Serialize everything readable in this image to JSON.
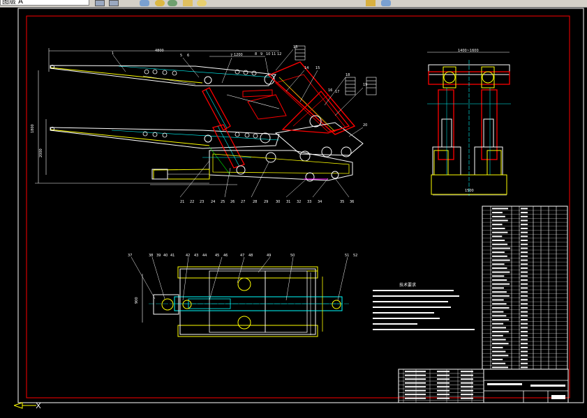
{
  "toolbar": {
    "layer_field": "图层 A"
  },
  "colors": {
    "background": "#000000",
    "frame": "#ff0000",
    "outline": "#ffffff",
    "yellow": "#ffff00",
    "cyan": "#00ffff",
    "green": "#00ff00",
    "magenta": "#ff00ff",
    "toolbar": "#d4d0c8"
  },
  "drawing": {
    "tech_requirements_title": "技术要求",
    "side_view_labels": [
      "1",
      "5",
      "6",
      "7",
      "8",
      "9",
      "10",
      "11",
      "12",
      "13",
      "14",
      "15",
      "16",
      "17",
      "18",
      "19",
      "20",
      "21",
      "22",
      "23",
      "24",
      "25",
      "26",
      "27",
      "28",
      "29",
      "30",
      "31",
      "32",
      "33",
      "34",
      "35",
      "36"
    ],
    "top_view_labels": [
      "37",
      "38",
      "39",
      "40",
      "41",
      "42",
      "43",
      "44",
      "45",
      "46",
      "47",
      "48",
      "49",
      "50",
      "51",
      "52"
    ],
    "dimensions": {
      "overall_length": "4800",
      "upper": "1200",
      "height": "1800",
      "lower": "2000",
      "front_width": "1400~1600",
      "base_width": "1500",
      "plan_width": "900"
    }
  }
}
